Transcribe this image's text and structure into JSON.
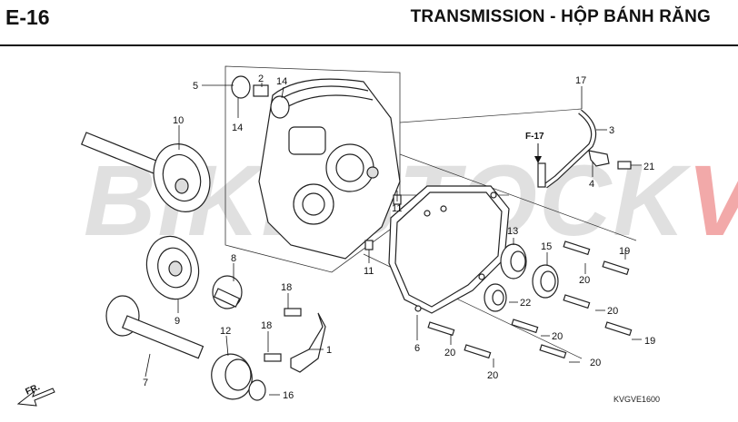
{
  "header": {
    "section_code": "E-16",
    "title": "TRANSMISSION - HỘP BÁNH RĂNG"
  },
  "watermark": {
    "main": "BIKESTOCK",
    "accent": "VN",
    "accent_color": "#e03232"
  },
  "callouts": {
    "n1": "1",
    "n2": "2",
    "n3": "3",
    "n4": "4",
    "n5": "5",
    "n6": "6",
    "n7": "7",
    "n8": "8",
    "n9": "9",
    "n10": "10",
    "n11a": "11",
    "n11b": "11",
    "n12": "12",
    "n13": "13",
    "n14a": "14",
    "n14b": "14",
    "n15": "15",
    "n16": "16",
    "n17": "17",
    "n18a": "18",
    "n18b": "18",
    "n19a": "19",
    "n19b": "19",
    "n20a": "20",
    "n20b": "20",
    "n20c": "20",
    "n20d": "20",
    "n20e": "20",
    "n20f": "20",
    "n21": "21",
    "n22": "22"
  },
  "cross_ref": "F-17",
  "diagram_code": "KVGVE1600",
  "direction_label": "FR."
}
